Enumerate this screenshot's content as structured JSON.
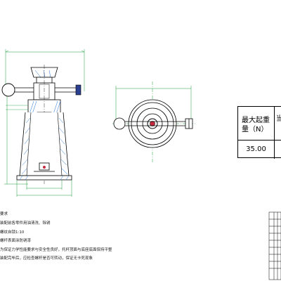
{
  "technical_notes": {
    "title": "要求",
    "lines": [
      "装配前各零件用油清洗、除锈",
      "螺纹自锁1:10",
      "螺杆表面涂防锈漆",
      "为保证力学性能要求与安全性良好，托杯顶面与底座底面保持平整",
      "装配完毕后，应检查螺杆是否可转动，保证无卡死现象"
    ]
  },
  "param_table": {
    "header": "最大起重\n量（N）",
    "value": "35.00",
    "next_header_partial": "当"
  },
  "colors": {
    "outline": "#000000",
    "dimension": "#1f9a3a",
    "hatch": "#1a6cd6",
    "shaft": "#222222",
    "marker": "#c8283c"
  }
}
